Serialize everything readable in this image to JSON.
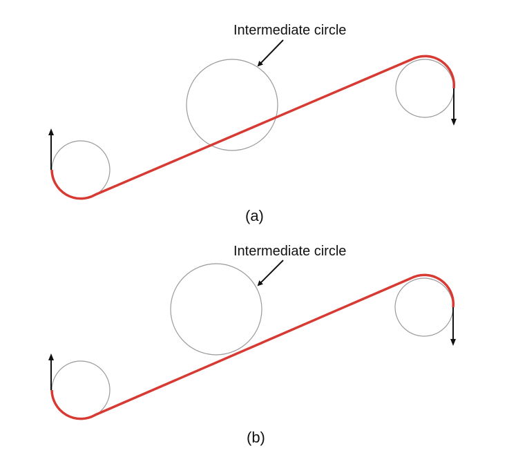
{
  "colors": {
    "path": "#d73a32",
    "circle": "#999999",
    "arrow": "#111111"
  },
  "panels": [
    {
      "annotation": "Intermediate circle",
      "caption": "(a)"
    },
    {
      "annotation": "Intermediate circle",
      "caption": "(b)"
    }
  ]
}
